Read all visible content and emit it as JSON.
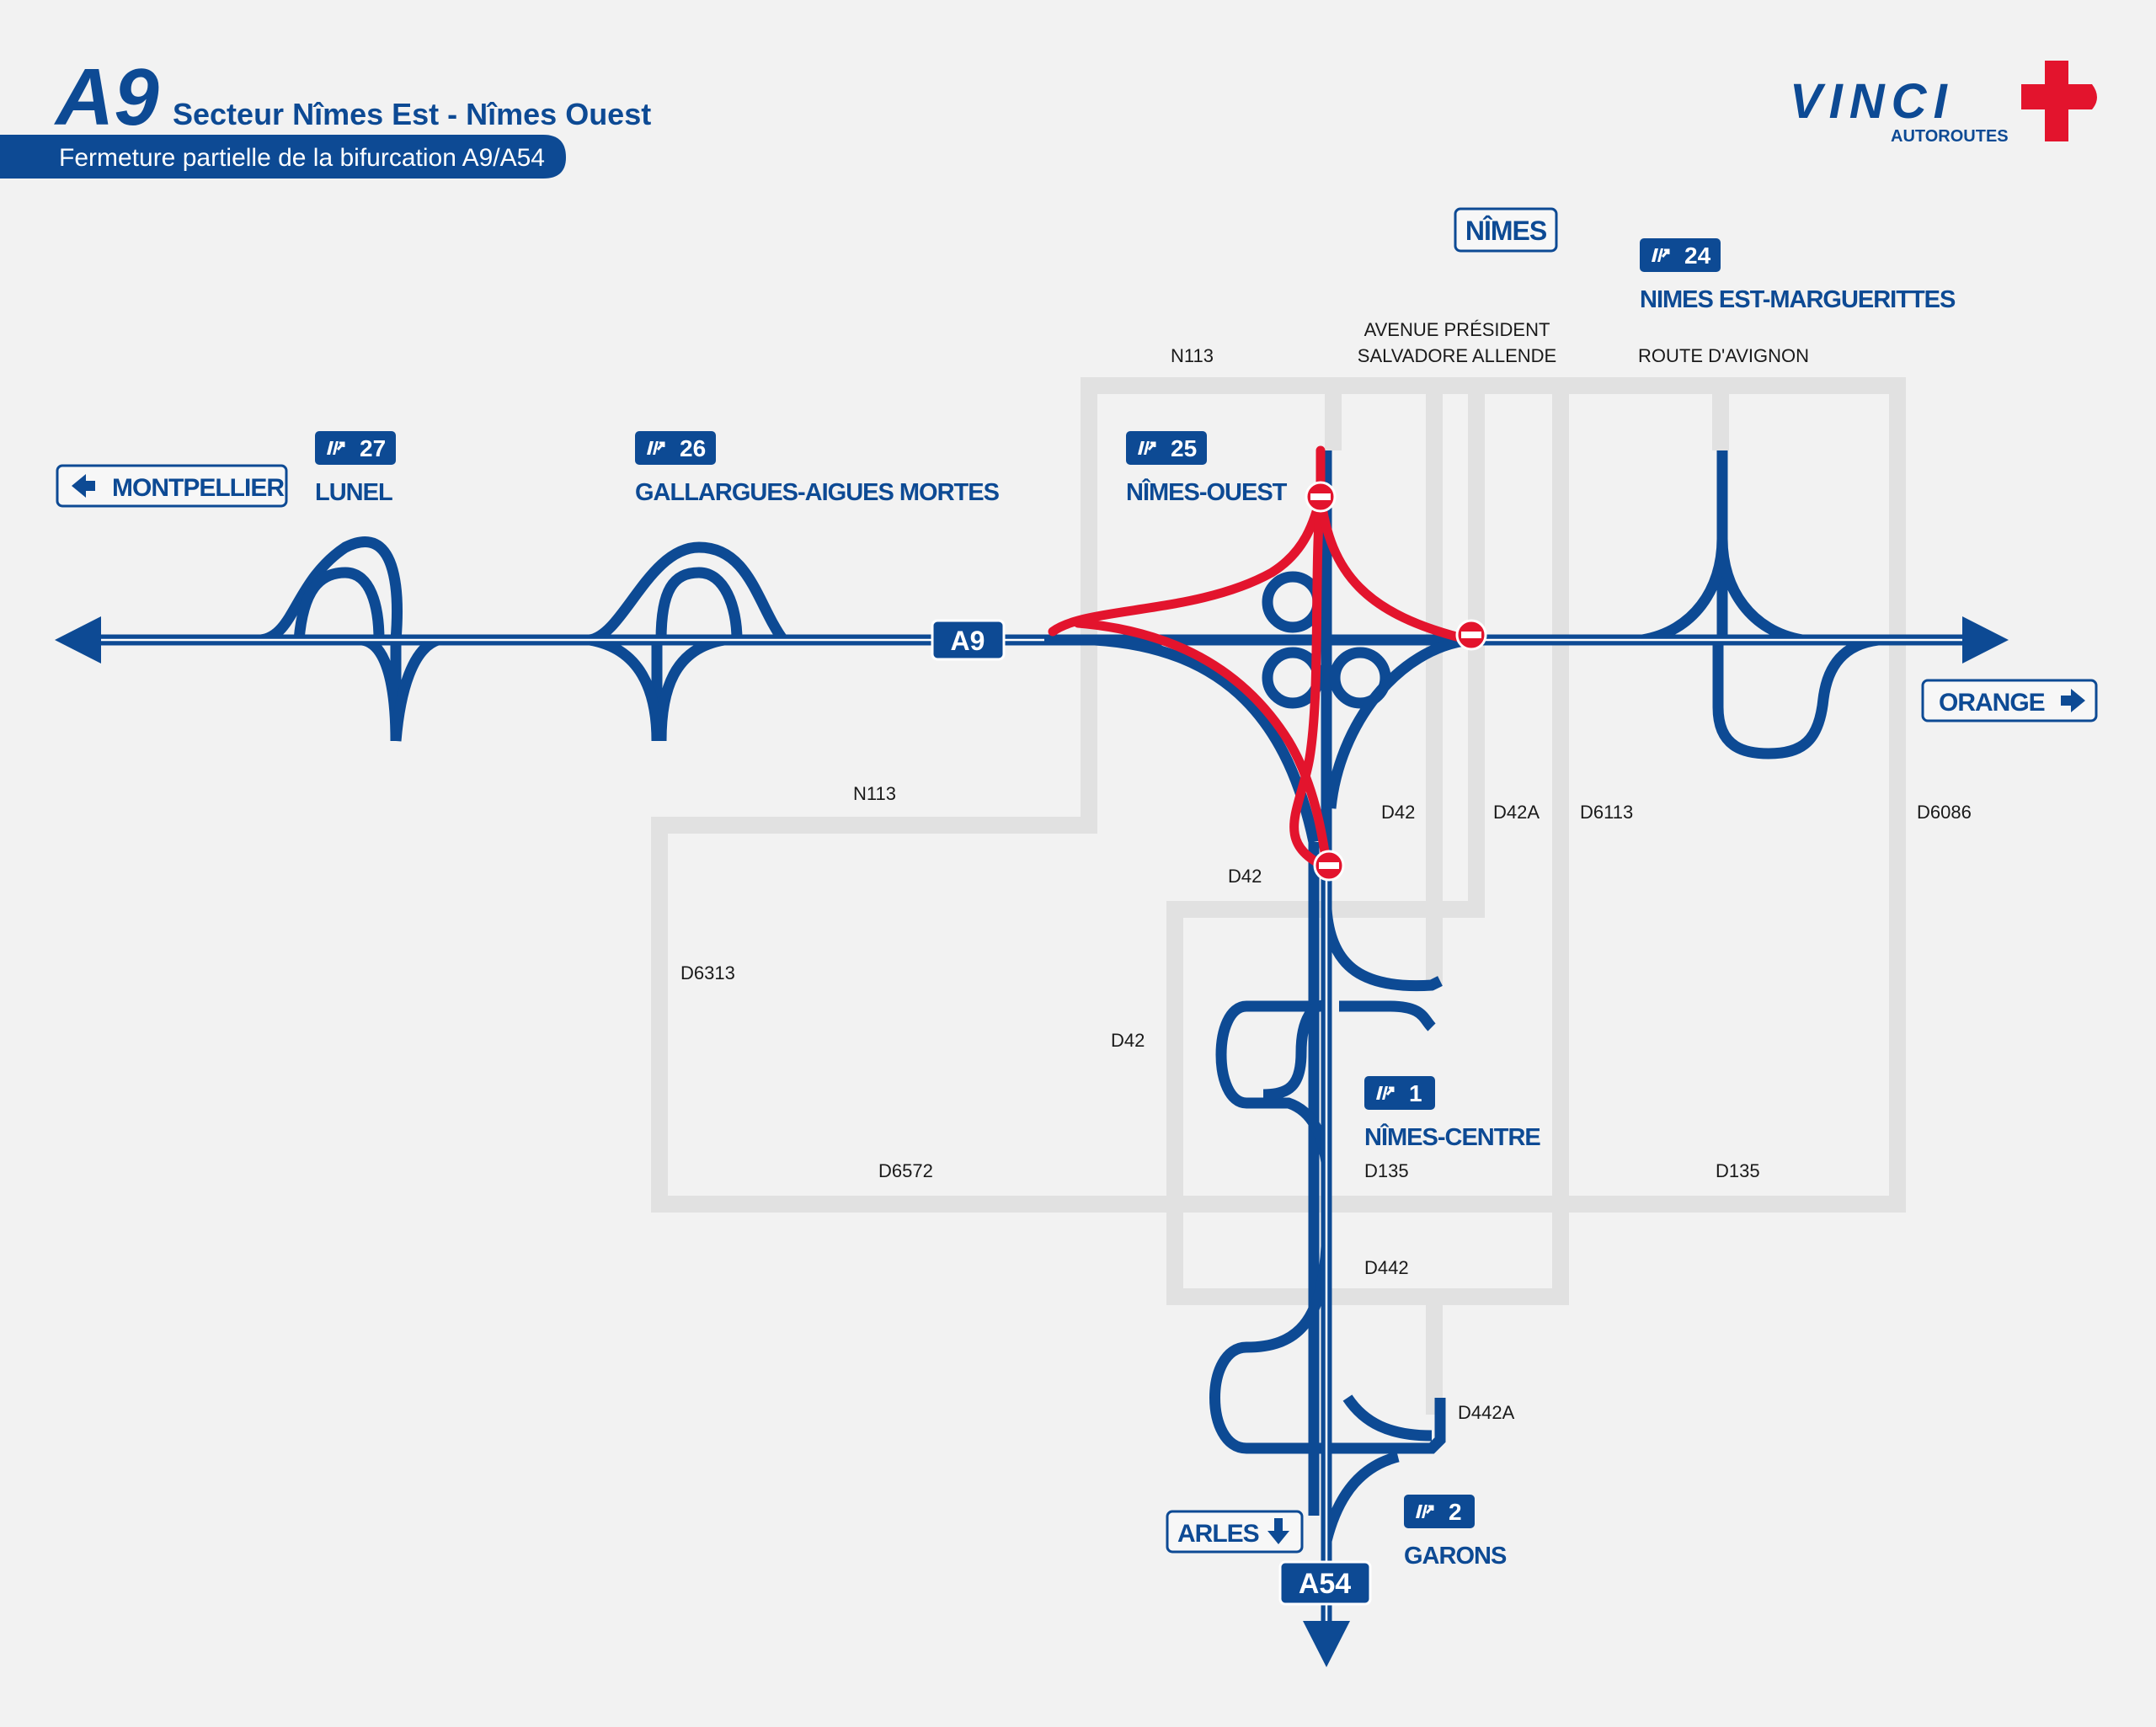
{
  "header": {
    "highway": "A9",
    "sector": "Secteur Nîmes Est - Nîmes Ouest",
    "subtitle": "Fermeture partielle de la bifurcation A9/A54"
  },
  "logo": {
    "brand": "VINCI",
    "sub": "AUTOROUTES"
  },
  "colors": {
    "highway": "#0d4a94",
    "closure": "#e3142d",
    "secondary_road": "#e1e1e1",
    "background": "#f2f2f2"
  },
  "highways": {
    "a9": "A9",
    "a54": "A54"
  },
  "directions": {
    "west": "MONTPELLIER",
    "east": "ORANGE",
    "south": "ARLES",
    "north": "NÎMES"
  },
  "exits": [
    {
      "number": "27",
      "name": "LUNEL"
    },
    {
      "number": "26",
      "name": "GALLARGUES-AIGUES MORTES"
    },
    {
      "number": "25",
      "name": "NÎMES-OUEST"
    },
    {
      "number": "24",
      "name": "NIMES EST-MARGUERITTES"
    },
    {
      "number": "1",
      "name": "NÎMES-CENTRE"
    },
    {
      "number": "2",
      "name": "GARONS"
    }
  ],
  "roads": {
    "n113_top": "N113",
    "allende_1": "AVENUE PRÉSIDENT",
    "allende_2": "SALVADORE ALLENDE",
    "route_avignon": "ROUTE D'AVIGNON",
    "n113_mid": "N113",
    "d42_a": "D42",
    "d42a": "D42A",
    "d6113": "D6113",
    "d6086": "D6086",
    "d42_b": "D42",
    "d6313": "D6313",
    "d42_c": "D42",
    "d6572": "D6572",
    "d135_a": "D135",
    "d135_b": "D135",
    "d442": "D442",
    "d442a": "D442A"
  },
  "icons": {
    "exit": "exit-ramp-icon",
    "closure": "no-entry-icon",
    "arrow": "direction-arrow-icon"
  }
}
